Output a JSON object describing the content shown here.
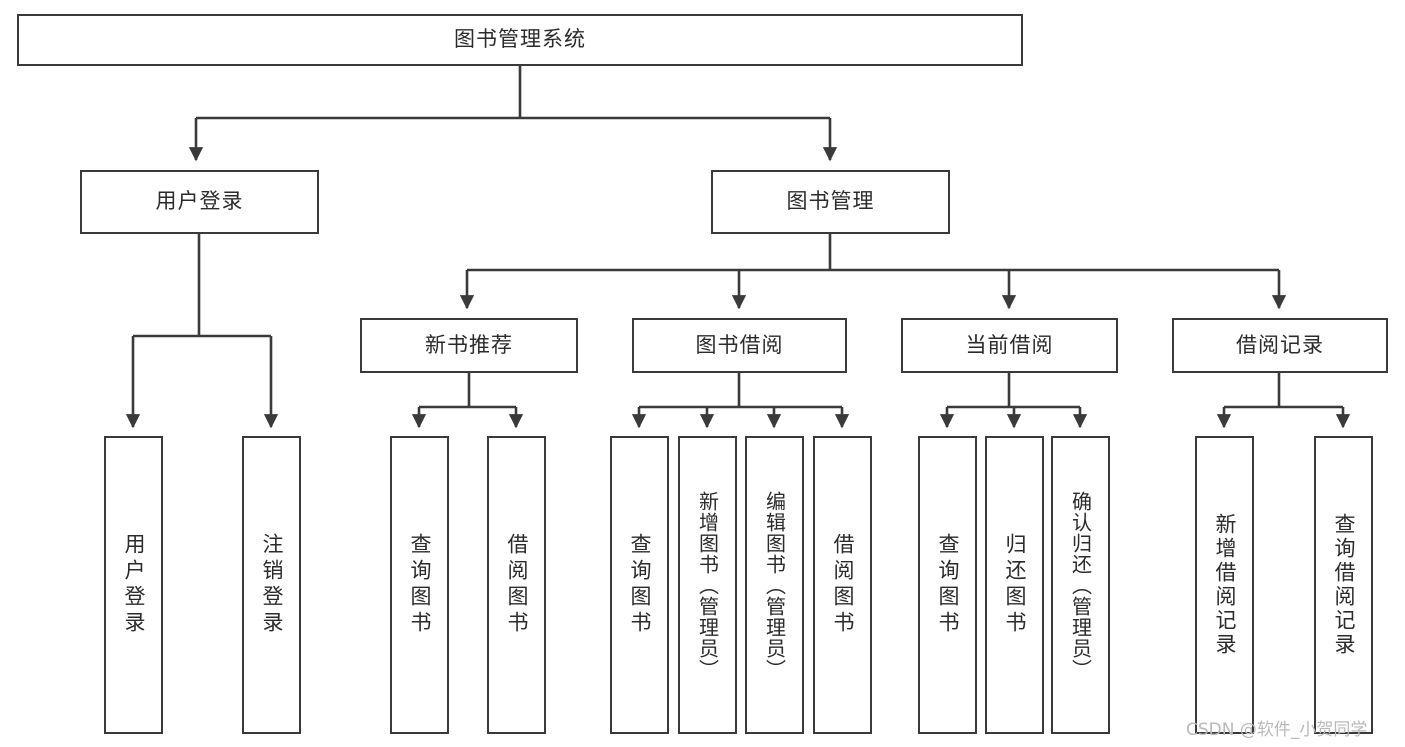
{
  "diagram": {
    "type": "tree-hierarchy",
    "title": "图书管理系统",
    "background_color": "#ffffff",
    "line_color": "#3a3a3a",
    "text_color": "#2b2b2b",
    "levels": 4,
    "root": {
      "id": "root",
      "label": "图书管理系统",
      "orientation": "horizontal"
    },
    "level2": [
      {
        "id": "user-login",
        "label": "用户登录",
        "orientation": "horizontal"
      },
      {
        "id": "book-manage",
        "label": "图书管理",
        "orientation": "horizontal"
      }
    ],
    "level3": [
      {
        "id": "new-book-rec",
        "label": "新书推荐",
        "orientation": "horizontal",
        "parent": "book-manage"
      },
      {
        "id": "book-borrow",
        "label": "图书借阅",
        "orientation": "horizontal",
        "parent": "book-manage"
      },
      {
        "id": "current-borrow",
        "label": "当前借阅",
        "orientation": "horizontal",
        "parent": "book-manage"
      },
      {
        "id": "borrow-record",
        "label": "借阅记录",
        "orientation": "horizontal",
        "parent": "book-manage"
      }
    ],
    "leaves": {
      "user_login": [
        {
          "id": "leaf-user-login",
          "label": "用户登录"
        },
        {
          "id": "leaf-user-logout",
          "label": "注销登录"
        }
      ],
      "new_book_rec": [
        {
          "id": "leaf-query-book-1",
          "label": "查询图书"
        },
        {
          "id": "leaf-borrow-book-1",
          "label": "借阅图书"
        }
      ],
      "book_borrow": [
        {
          "id": "leaf-query-book-2",
          "label": "查询图书"
        },
        {
          "id": "leaf-add-book",
          "label": "新增图书（管理员）"
        },
        {
          "id": "leaf-edit-book",
          "label": "编辑图书（管理员）"
        },
        {
          "id": "leaf-borrow-book-2",
          "label": "借阅图书"
        }
      ],
      "current_borrow": [
        {
          "id": "leaf-query-book-3",
          "label": "查询图书"
        },
        {
          "id": "leaf-return-book",
          "label": "归还图书"
        },
        {
          "id": "leaf-confirm-return",
          "label": "确认归还（管理员）"
        }
      ],
      "borrow_record": [
        {
          "id": "leaf-add-record",
          "label": "新增借阅记录"
        },
        {
          "id": "leaf-query-record",
          "label": "查询借阅记录"
        }
      ]
    }
  },
  "watermark": {
    "text": "CSDN @软件_小贺同学",
    "color": "#b9b9b9"
  }
}
